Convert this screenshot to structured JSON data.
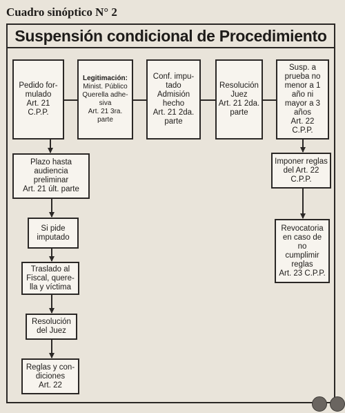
{
  "page_label": "Cuadro sinóptico N° 2",
  "title": "Suspensión condicional de Procedimiento",
  "top_row": [
    {
      "lines": [
        "Pedido for-",
        "mulado",
        "Art. 21 C.P.P."
      ]
    },
    {
      "head": "Legitimación:",
      "lines": [
        "Minist. Público",
        "Querella adhe-",
        "siva",
        "Art. 21 3ra.",
        "parte"
      ]
    },
    {
      "lines": [
        "Conf. impu-",
        "tado",
        "Admisión",
        "hecho",
        "Art. 21 2da.",
        "parte"
      ]
    },
    {
      "lines": [
        "Resolución",
        "Juez",
        "Art. 21 2da.",
        "parte"
      ]
    },
    {
      "lines": [
        "Susp. a",
        "prueba no",
        "menor a 1",
        "año ni",
        "mayor a 3",
        "años",
        "Art. 22",
        "C.P.P."
      ]
    }
  ],
  "left_column": [
    {
      "lines": [
        "Plazo hasta",
        "audiencia",
        "preliminar",
        "Art. 21 últ. parte"
      ]
    },
    {
      "lines": [
        "Si pide",
        "imputado"
      ]
    },
    {
      "lines": [
        "Traslado al",
        "Fiscal, quere-",
        "lla y víctima"
      ]
    },
    {
      "lines": [
        "Resolución",
        "del Juez"
      ]
    },
    {
      "lines": [
        "Reglas y con-",
        "diciones",
        "Art. 22"
      ]
    }
  ],
  "right_column": [
    {
      "lines": [
        "Imponer reglas",
        "del Art. 22",
        "C.P.P."
      ]
    },
    {
      "lines": [
        "Revocatoria",
        "en caso de no",
        "cumplimir",
        "reglas",
        "Art. 23 C.P.P."
      ]
    }
  ]
}
